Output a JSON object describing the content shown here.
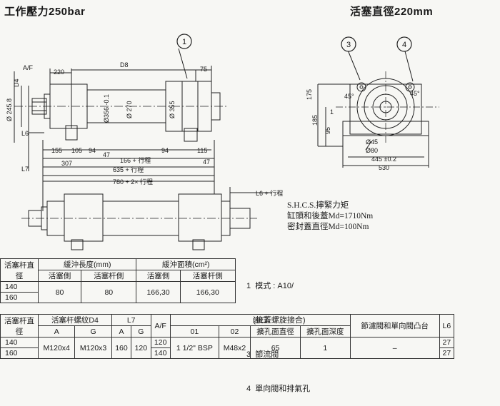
{
  "header": {
    "title_left": "工作壓力250bar",
    "title_right": "活塞直徑220mm"
  },
  "drawing": {
    "callouts": [
      "1",
      "3",
      "4"
    ],
    "top_view": {
      "labels": {
        "af": "A/F",
        "d4": "D4",
        "d8": "D8",
        "dim_220": "220",
        "dim_75": "75",
        "dia_245": "Ø 245.8",
        "dia_356": "Ø356 -0.1",
        "dia_270": "Ø 270",
        "dia_355": "Ø 355",
        "l6": "L6",
        "l7": "L7",
        "dim_155": "155",
        "dim_105": "105",
        "dim_94a": "94",
        "dim_47a": "47",
        "dim_166": "166 + 行程",
        "dim_94b": "94",
        "dim_115": "115",
        "dim_307": "307",
        "dim_635": "635 + 行程",
        "dim_47b": "47"
      }
    },
    "side_view": {
      "labels": {
        "dim_175": "175",
        "dim_185": "185",
        "dim_95": "95",
        "dim_1": "1",
        "angle_left": "45°",
        "angle_right": "45°",
        "dia_45": "Ø45",
        "dia_80": "Ø80",
        "dim_445": "445 ±0.2",
        "dim_530": "530"
      }
    },
    "bottom_view": {
      "labels": {
        "dim_780": "780 + 2× 行程",
        "l6_stroke": "L6 + 行程"
      }
    }
  },
  "notes": {
    "shcs": [
      "S.H.C.S.擰緊力矩",
      "缸頭和後蓋Md=1710Nm",
      "密封蓋直徑Md=100Nm"
    ],
    "legend": [
      "1  模式 : A10/",
      "   (後蓋螺旋接合)",
      "3  節流閥",
      "4  單向閥和排氣孔"
    ]
  },
  "table1": {
    "header_rod": "活塞杆直徑",
    "header_cushion_len": "緩沖長度(mm)",
    "header_cushion_area": "緩沖面積(cm²)",
    "sub_piston": "活塞側",
    "sub_rod": "活塞杆側",
    "rows": [
      {
        "rod": "140"
      },
      {
        "rod": "160"
      }
    ],
    "len_piston": "80",
    "len_rod": "80",
    "area_piston": "166,30",
    "area_rod": "166,30"
  },
  "table2": {
    "header_rod": "活塞杆直徑",
    "header_thread": "活塞杆螺紋D4",
    "header_l7": "L7",
    "header_af": "A/F",
    "header_port": "油口",
    "header_valve": "節濾閥和單向閥凸台",
    "header_l6": "L6",
    "sub_a1": "A",
    "sub_g1": "G",
    "sub_a2": "A",
    "sub_g2": "G",
    "sub_01": "01",
    "sub_02": "02",
    "sub_bore_dia": "擴孔面直徑",
    "sub_bore_depth": "擴孔面深度",
    "rows": [
      {
        "rod": "140",
        "af": "120",
        "l6": "27"
      },
      {
        "rod": "160",
        "af": "140",
        "l6": "27"
      }
    ],
    "thread_a": "M120x4",
    "thread_g": "M120x3",
    "l7_a": "160",
    "l7_g": "120",
    "port_01": "1 1/2\" BSP",
    "port_02": "M48x2",
    "bore_dia": "65",
    "bore_depth": "1",
    "valve": "–"
  }
}
